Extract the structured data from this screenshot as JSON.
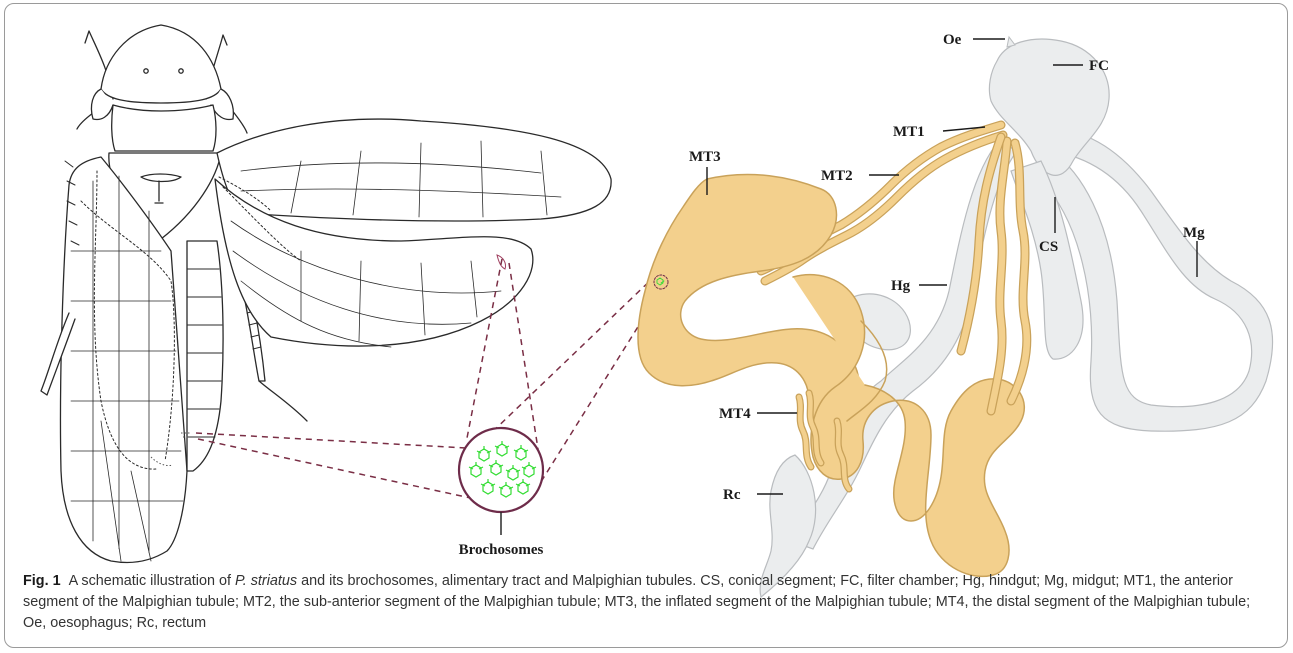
{
  "labels": {
    "oe": "Oe",
    "fc": "FC",
    "mt1": "MT1",
    "mt2": "MT2",
    "mt3": "MT3",
    "mt4": "MT4",
    "cs": "CS",
    "mg": "Mg",
    "hg": "Hg",
    "rc": "Rc",
    "brochosomes": "Brochosomes"
  },
  "caption": {
    "fig_number": "Fig. 1",
    "text_part1": "A schematic illustration of ",
    "species": "P. striatus",
    "text_part2": " and its brochosomes, alimentary tract and Malpighian tubules. CS, conical segment; FC, filter chamber; Hg, hindgut; Mg, midgut; MT1, the anterior segment of the Malpighian tubule; MT2, the sub-anterior segment of the Malpighian tubule; MT3, the inflated segment of the Malpighian tubule; MT4, the distal segment of the Malpighian tubule; Oe, oesophagus; Rc, rectum"
  },
  "colors": {
    "tubule_fill": "#f3d08d",
    "tubule_stroke": "#c9a25a",
    "gut_fill": "#ebedee",
    "gut_stroke": "#b9bcbf",
    "line": "#2a2a2a",
    "callout_dash": "#7a2e45",
    "circle_ring": "#6e2c4a",
    "brochosome_green": "#33dd33"
  }
}
